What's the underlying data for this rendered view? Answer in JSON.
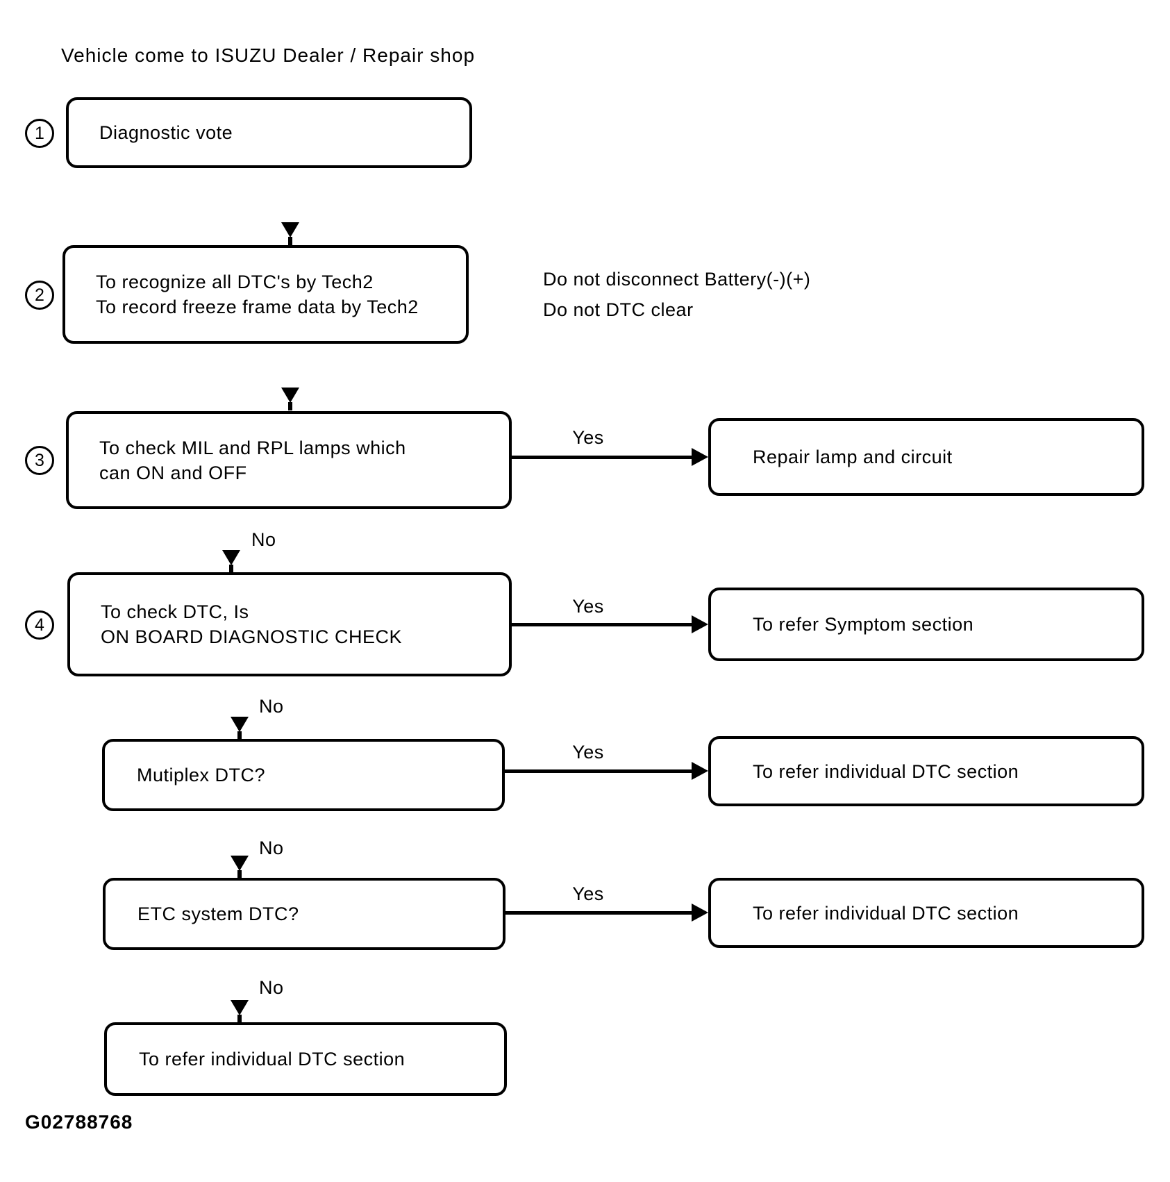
{
  "page": {
    "title": "Vehicle come to ISUZU Dealer / Repair shop",
    "figure_code": "G02788768"
  },
  "colors": {
    "ink": "#000000",
    "background": "#ffffff"
  },
  "connectors": {
    "yes": "Yes",
    "no": "No"
  },
  "side_note": {
    "line1": "Do not disconnect Battery(-)(+)",
    "line2": "Do not DTC clear"
  },
  "steps": [
    {
      "num": "1",
      "line1": "Diagnostic vote"
    },
    {
      "num": "2",
      "line1": "To recognize all DTC's by Tech2",
      "line2": "To record freeze frame data by Tech2"
    },
    {
      "num": "3",
      "line1": "To check MIL and RPL lamps which",
      "line2": "can ON and OFF"
    },
    {
      "num": "4",
      "line1": "To check DTC, Is",
      "line2": "ON BOARD DIAGNOSTIC CHECK"
    },
    {
      "line1": "Mutiplex DTC?"
    },
    {
      "line1": "ETC system DTC?"
    },
    {
      "line1": "To refer individual DTC section"
    }
  ],
  "results": [
    {
      "label": "Repair lamp and circuit"
    },
    {
      "label": "To refer Symptom section"
    },
    {
      "label": "To refer individual DTC section"
    },
    {
      "label": "To refer individual DTC section"
    }
  ]
}
